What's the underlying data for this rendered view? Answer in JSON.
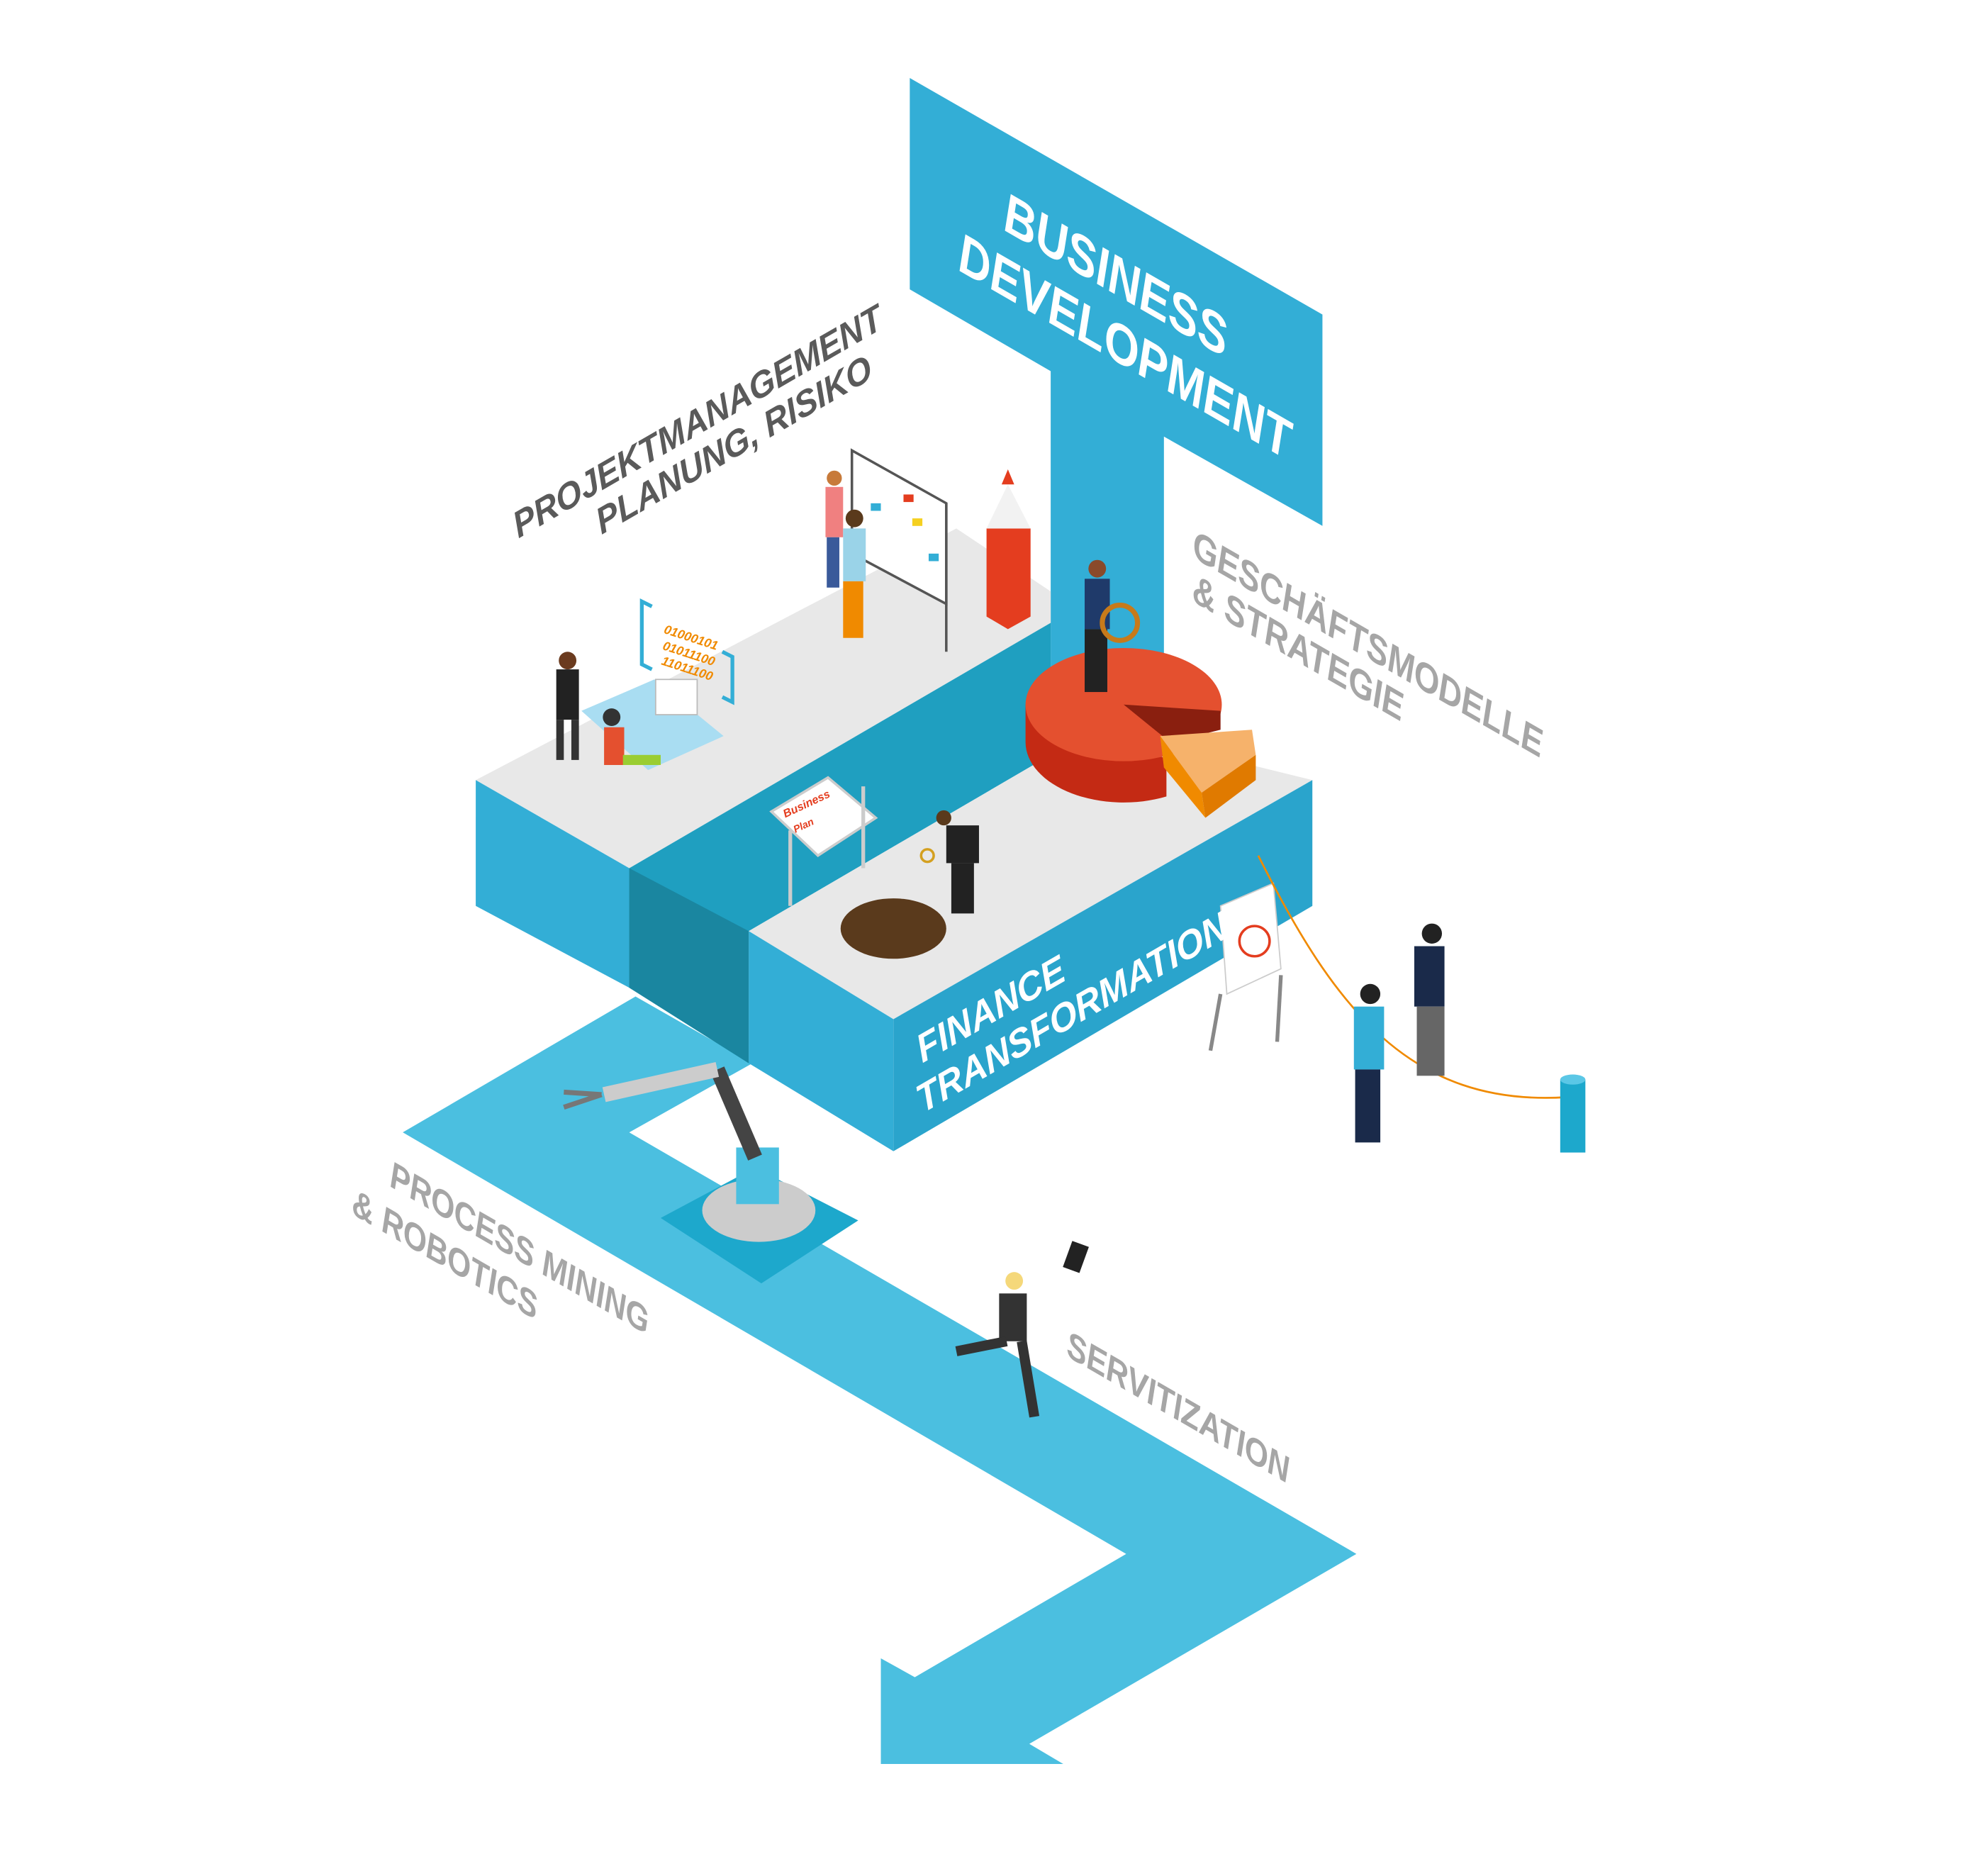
{
  "labels": {
    "business_development": [
      "BUSINESS",
      "DEVELOPMENT"
    ],
    "projektmanagement": [
      "PROJEKTMANAGEMENT",
      "PLANUNG, RISIKO"
    ],
    "geschaeftsmodelle": [
      "GESCHÄFTSMODELLE",
      "& STRATEGIE"
    ],
    "finance": [
      "FINANCE",
      "TRANSFORMATION"
    ],
    "process_mining": [
      "PROCESS MINING",
      "& ROBOTICS"
    ],
    "servitization": "SERVITIZATION"
  },
  "binary_code": [
    "01000101",
    "01011100",
    "11011100"
  ],
  "whiteboard": [
    "Business",
    "Plan"
  ],
  "colors": {
    "blue": "#33aed6",
    "blue_dark": "#1d8fa8",
    "path": "#4bbfe0",
    "top": "#e8e8e8",
    "red": "#e43d1f",
    "orange": "#f08a00",
    "label_gray": "#a6a6a6",
    "label_dark": "#5a5a5a"
  }
}
